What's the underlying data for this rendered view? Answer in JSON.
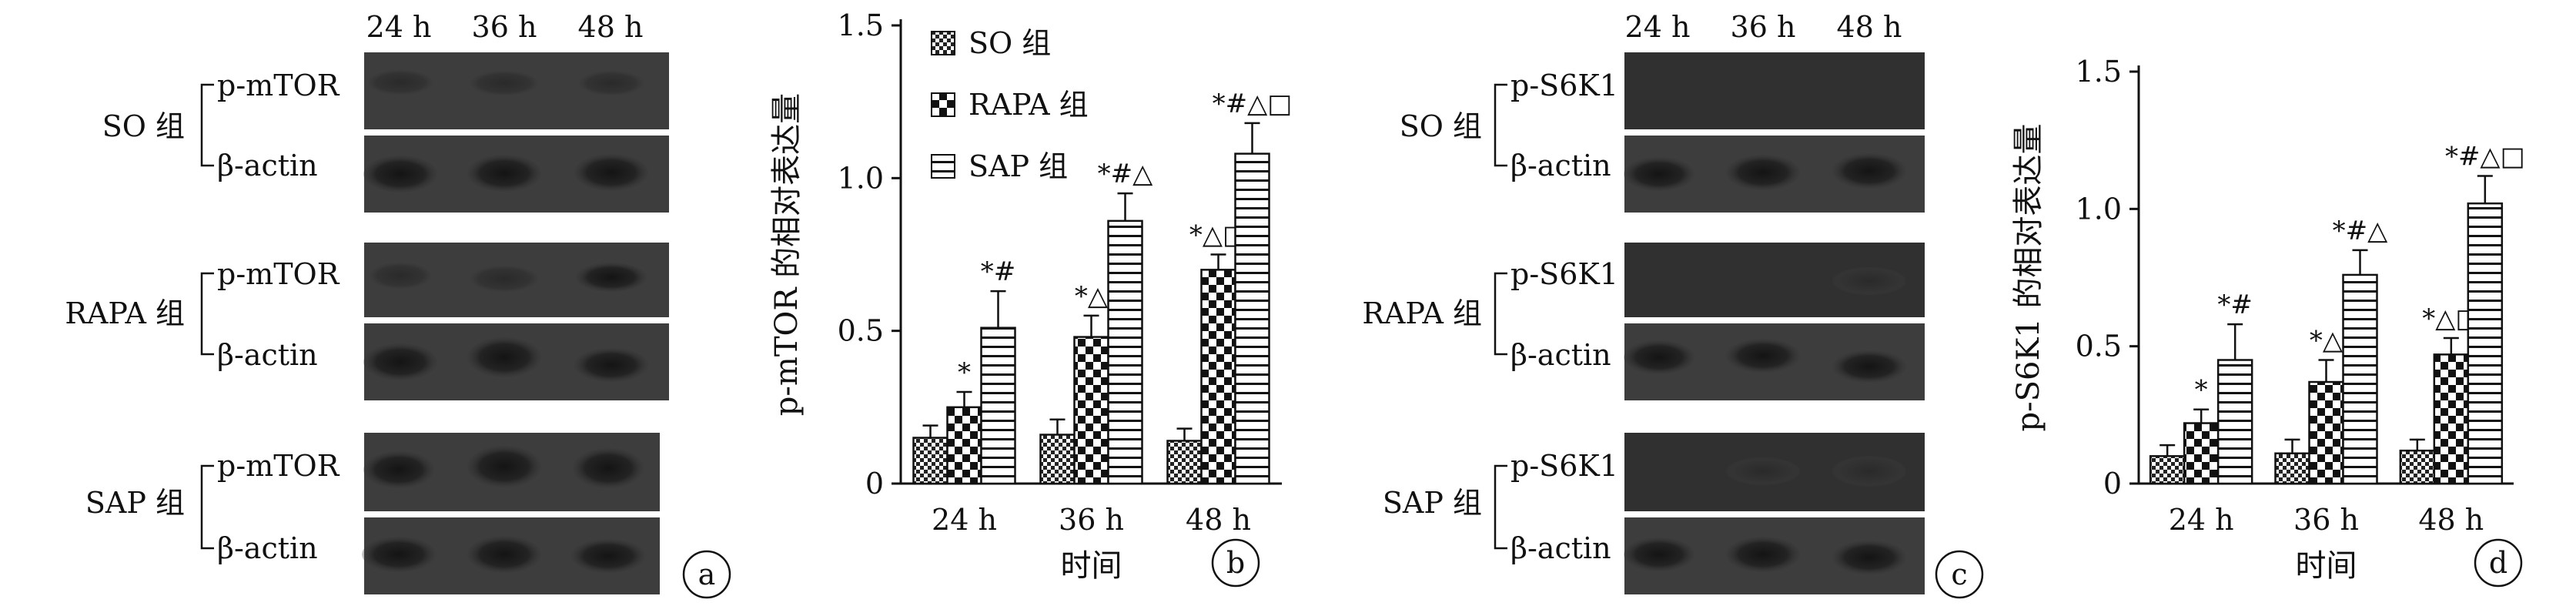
{
  "panels": {
    "a": {
      "letter": "a",
      "time_labels": [
        "24 h",
        "36 h",
        "48 h"
      ],
      "groups": [
        {
          "name": "SO 组",
          "bands": [
            "p-mTOR",
            "β-actin"
          ]
        },
        {
          "name": "RAPA 组",
          "bands": [
            "p-mTOR",
            "β-actin"
          ]
        },
        {
          "name": "SAP 组",
          "bands": [
            "p-mTOR",
            "β-actin"
          ]
        }
      ]
    },
    "c": {
      "letter": "c",
      "time_labels": [
        "24 h",
        "36 h",
        "48 h"
      ],
      "groups": [
        {
          "name": "SO 组",
          "bands": [
            "p-S6K1",
            "β-actin"
          ]
        },
        {
          "name": "RAPA 组",
          "bands": [
            "p-S6K1",
            "β-actin"
          ]
        },
        {
          "name": "SAP 组",
          "bands": [
            "p-S6K1",
            "β-actin"
          ]
        }
      ]
    }
  },
  "chart_data": [
    {
      "panel": "b",
      "type": "bar",
      "categories": [
        "24 h",
        "36 h",
        "48 h"
      ],
      "xlabel": "时间",
      "ylabel": "p-mTOR 的相对表达量",
      "ylim": [
        0,
        1.5
      ],
      "yticks": [
        "0",
        "0.5",
        "1.0",
        "1.5"
      ],
      "legend": "top-left",
      "series": [
        {
          "name": "SO 组",
          "values": [
            0.15,
            0.16,
            0.14
          ],
          "errors": [
            0.04,
            0.05,
            0.04
          ],
          "pattern": "checker-fine",
          "annotations": [
            "",
            "",
            ""
          ]
        },
        {
          "name": "RAPA 组",
          "values": [
            0.25,
            0.48,
            0.7
          ],
          "errors": [
            0.05,
            0.07,
            0.05
          ],
          "pattern": "checker-coarse",
          "annotations": [
            "*",
            "*△",
            "*△□"
          ]
        },
        {
          "name": "SAP 组",
          "values": [
            0.51,
            0.86,
            1.08
          ],
          "errors": [
            0.12,
            0.09,
            0.1
          ],
          "pattern": "horizontal-lines",
          "annotations": [
            "*#",
            "*#△",
            "*#△□"
          ]
        }
      ]
    },
    {
      "panel": "d",
      "type": "bar",
      "categories": [
        "24 h",
        "36 h",
        "48 h"
      ],
      "xlabel": "时间",
      "ylabel": "p-S6K1 的相对表达量",
      "ylim": [
        0,
        1.5
      ],
      "yticks": [
        "0",
        "0.5",
        "1.0",
        "1.5"
      ],
      "legend": "none",
      "series": [
        {
          "name": "SO 组",
          "values": [
            0.1,
            0.11,
            0.12
          ],
          "errors": [
            0.04,
            0.05,
            0.04
          ],
          "pattern": "checker-fine",
          "annotations": [
            "",
            "",
            ""
          ]
        },
        {
          "name": "RAPA 组",
          "values": [
            0.22,
            0.37,
            0.47
          ],
          "errors": [
            0.05,
            0.08,
            0.06
          ],
          "pattern": "checker-coarse",
          "annotations": [
            "*",
            "*△",
            "*△□"
          ]
        },
        {
          "name": "SAP 组",
          "values": [
            0.45,
            0.76,
            1.02
          ],
          "errors": [
            0.13,
            0.09,
            0.1
          ],
          "pattern": "horizontal-lines",
          "annotations": [
            "*#",
            "*#△",
            "*#△□"
          ]
        }
      ]
    }
  ]
}
